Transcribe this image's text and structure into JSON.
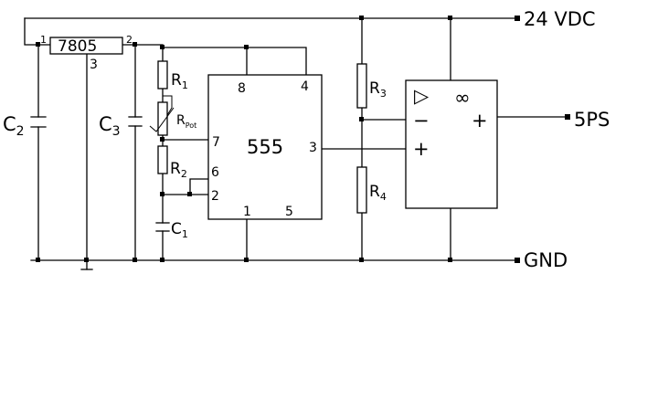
{
  "rails": {
    "supply_label": "24 VDC",
    "ground_label": "GND",
    "output_label": "5PS"
  },
  "regulator": {
    "part": "7805",
    "pin_in": "1",
    "pin_out": "2",
    "pin_gnd": "3"
  },
  "components": {
    "c2": "C",
    "c2_sub": "2",
    "c3": "C",
    "c3_sub": "3",
    "c1": "C",
    "c1_sub": "1",
    "r1": "R",
    "r1_sub": "1",
    "rpot": "R",
    "rpot_sub": "Pot",
    "r2": "R",
    "r2_sub": "2",
    "r3": "R",
    "r3_sub": "3",
    "r4": "R",
    "r4_sub": "4"
  },
  "timer": {
    "part": "555",
    "pin8": "8",
    "pin4": "4",
    "pin7": "7",
    "pin6": "6",
    "pin2": "2",
    "pin3": "3",
    "pin1": "1",
    "pin5": "5"
  },
  "opamp": {
    "triangle": "▷",
    "infinity": "∞",
    "minus": "−",
    "plus_in": "+",
    "plus_out": "+"
  }
}
